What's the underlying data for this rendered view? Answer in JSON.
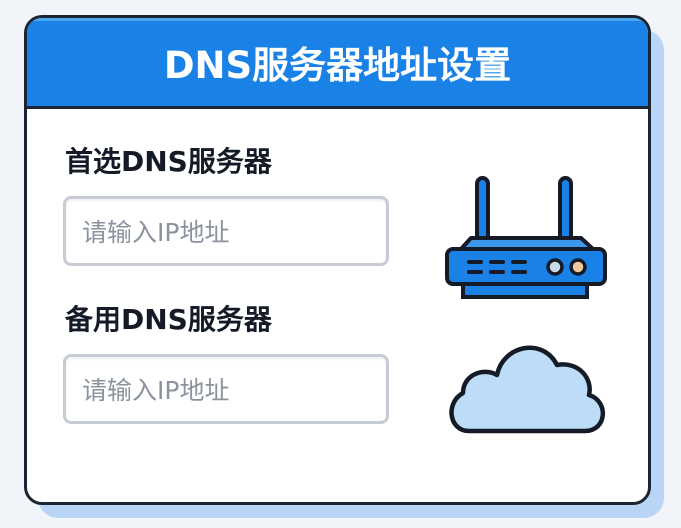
{
  "header": {
    "title": "DNS服务器地址设置"
  },
  "form": {
    "primary": {
      "label": "首选DNS服务器",
      "placeholder": "请输入IP地址",
      "value": ""
    },
    "secondary": {
      "label": "备用DNS服务器",
      "placeholder": "请输入IP地址",
      "value": ""
    }
  },
  "icons": {
    "router": "router-icon",
    "cloud": "cloud-icon"
  },
  "colors": {
    "accent": "#1a82e6",
    "border": "#1b2433",
    "shadow": "#b9d5f5",
    "cloud": "#bcdcf7"
  }
}
